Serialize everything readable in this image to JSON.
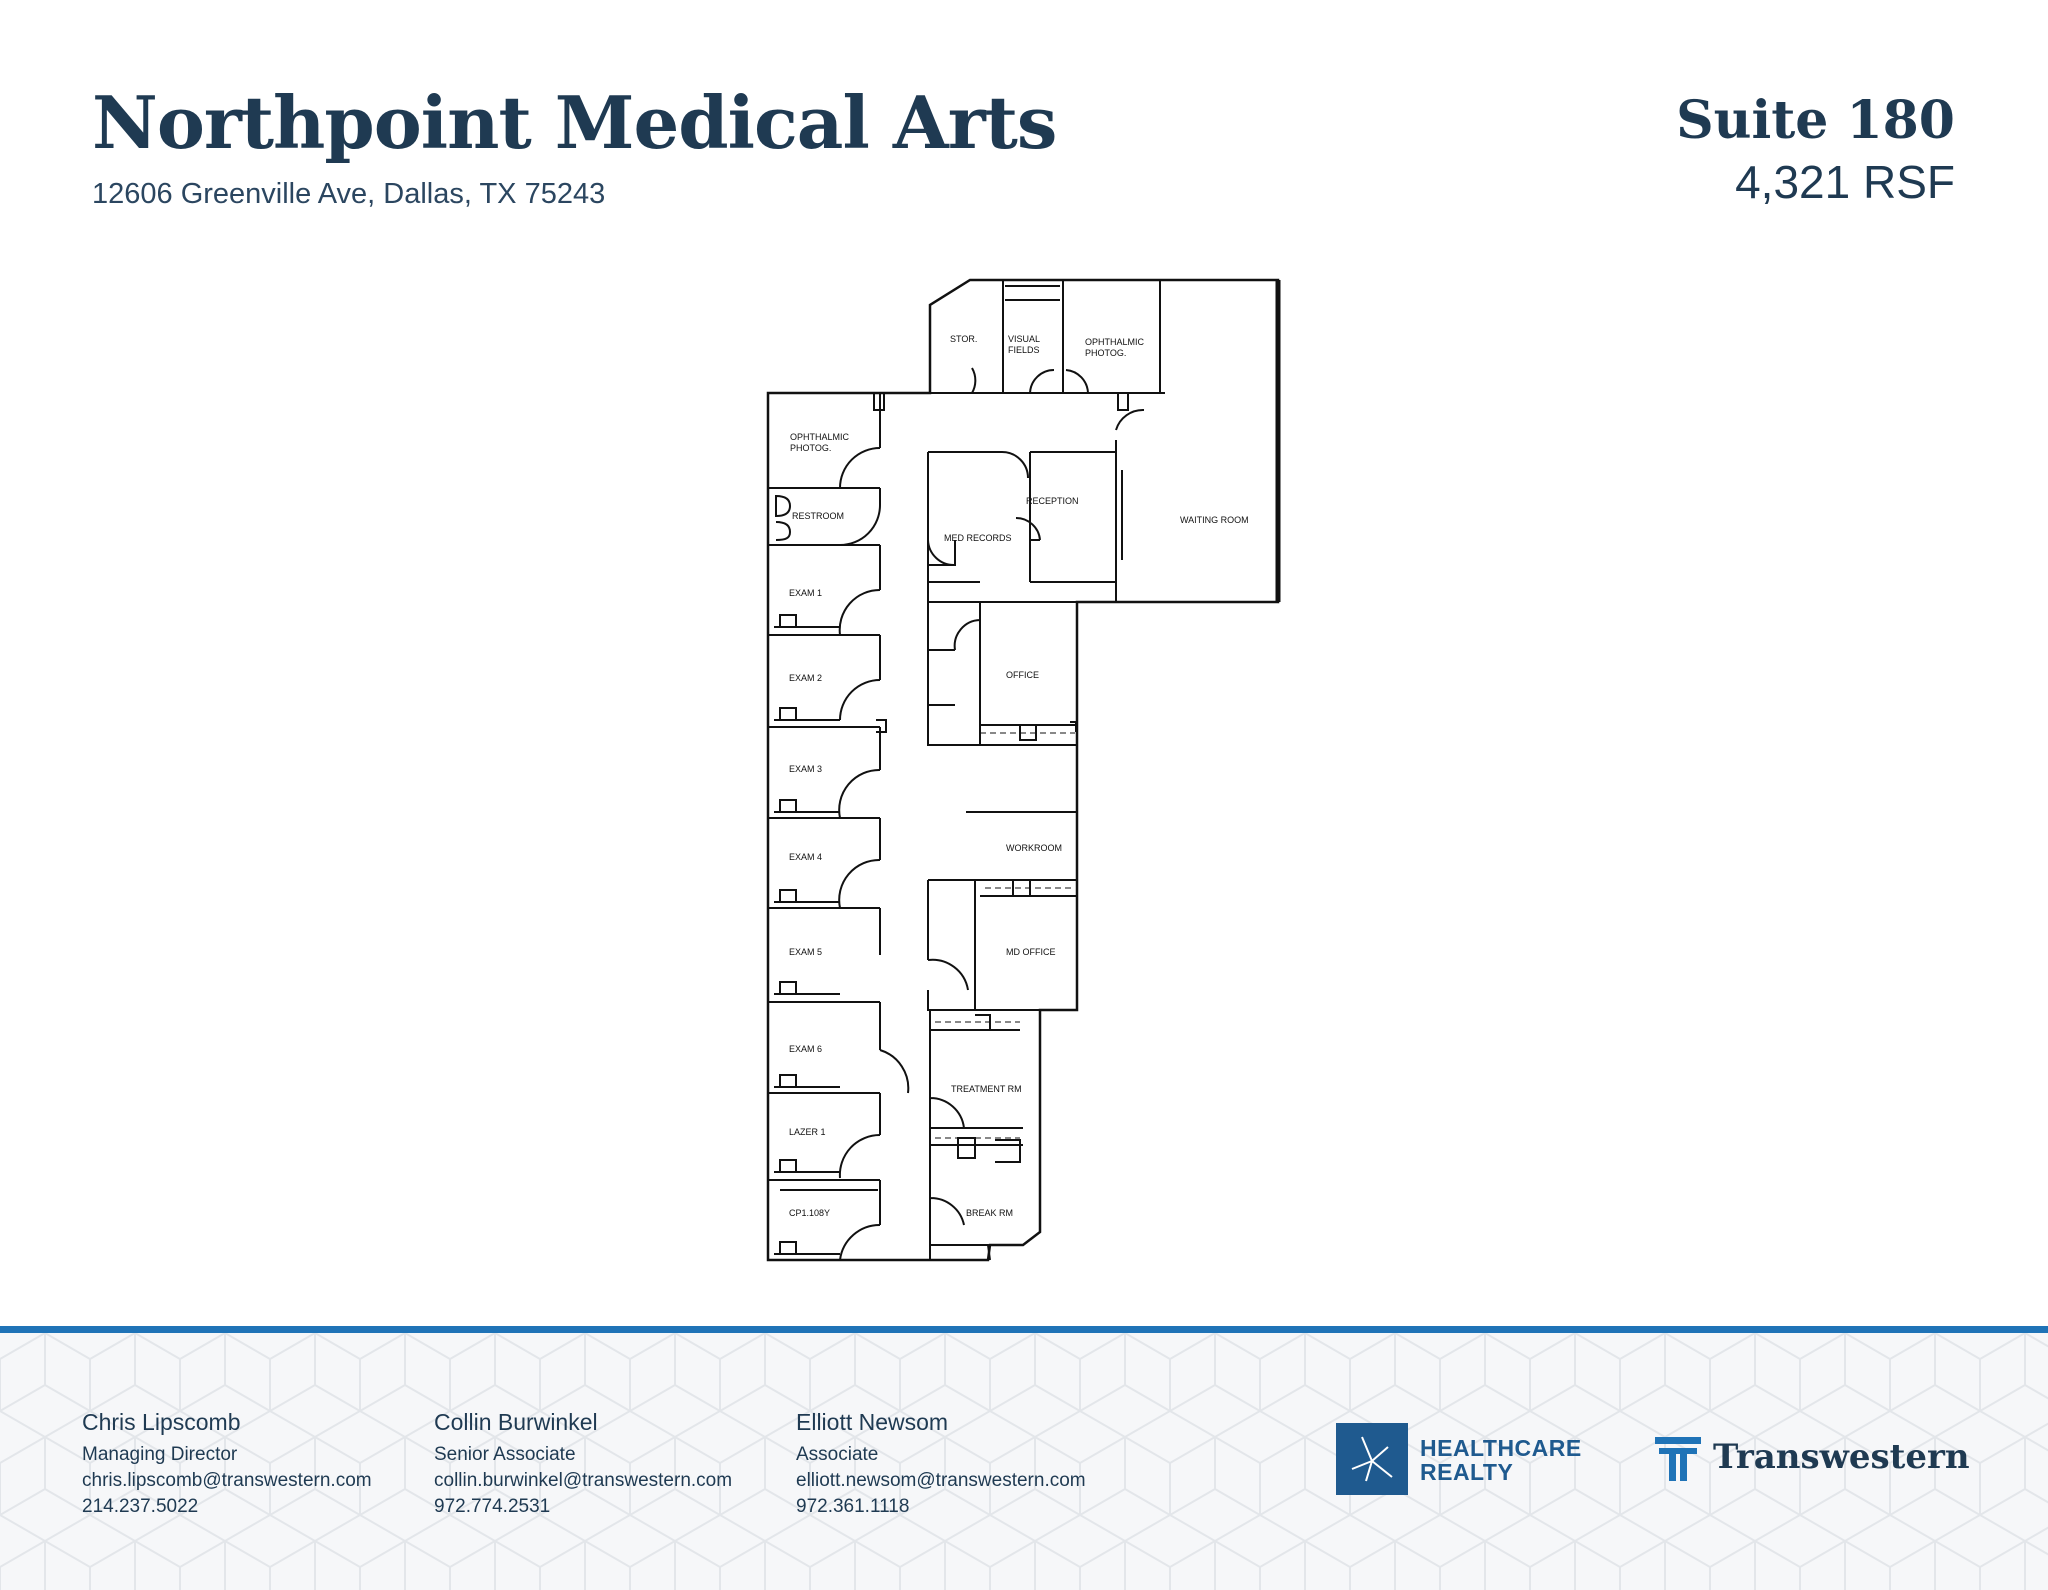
{
  "header": {
    "title": "Northpoint Medical Arts",
    "address": "12606 Greenville Ave, Dallas, TX 75243",
    "suite": "Suite 180",
    "rsf": "4,321 RSF"
  },
  "plan": {
    "rooms": {
      "stor": "STOR.",
      "visual_fields_1": "VISUAL",
      "visual_fields_2": "FIELDS",
      "ophthalmic_top_1": "OPHTHALMIC",
      "ophthalmic_top_2": "PHOTOG.",
      "ophthalmic_left_1": "OPHTHALMIC",
      "ophthalmic_left_2": "PHOTOG.",
      "restroom": "RESTROOM",
      "reception": "RECEPTION",
      "med_records": "MED RECORDS",
      "waiting_room": "WAITING ROOM",
      "exam1": "EXAM 1",
      "exam2": "EXAM 2",
      "exam3": "EXAM 3",
      "exam4": "EXAM 4",
      "exam5": "EXAM 5",
      "exam6": "EXAM 6",
      "lazer1": "LAZER 1",
      "cp1": "CP1.108Y",
      "office": "OFFICE",
      "workroom": "WORKROOM",
      "md_office": "MD OFFICE",
      "treatment": "TREATMENT RM",
      "break": "BREAK RM"
    }
  },
  "footer": {
    "contacts": [
      {
        "name": "Chris Lipscomb",
        "title": "Managing Director",
        "email": "chris.lipscomb@transwestern.com",
        "phone": "214.237.5022"
      },
      {
        "name": "Collin Burwinkel",
        "title": "Senior Associate",
        "email": "collin.burwinkel@transwestern.com",
        "phone": "972.774.2531"
      },
      {
        "name": "Elliott Newsom",
        "title": "Associate",
        "email": "elliott.newsom@transwestern.com",
        "phone": "972.361.1118"
      }
    ],
    "healthcare_line1": "HEALTHCARE",
    "healthcare_line2": "REALTY",
    "transwestern": "Transwestern"
  },
  "colors": {
    "navy": "#1f3a52",
    "accent_blue": "#1f73b7",
    "healthcare_blue": "#1f5a8f"
  }
}
